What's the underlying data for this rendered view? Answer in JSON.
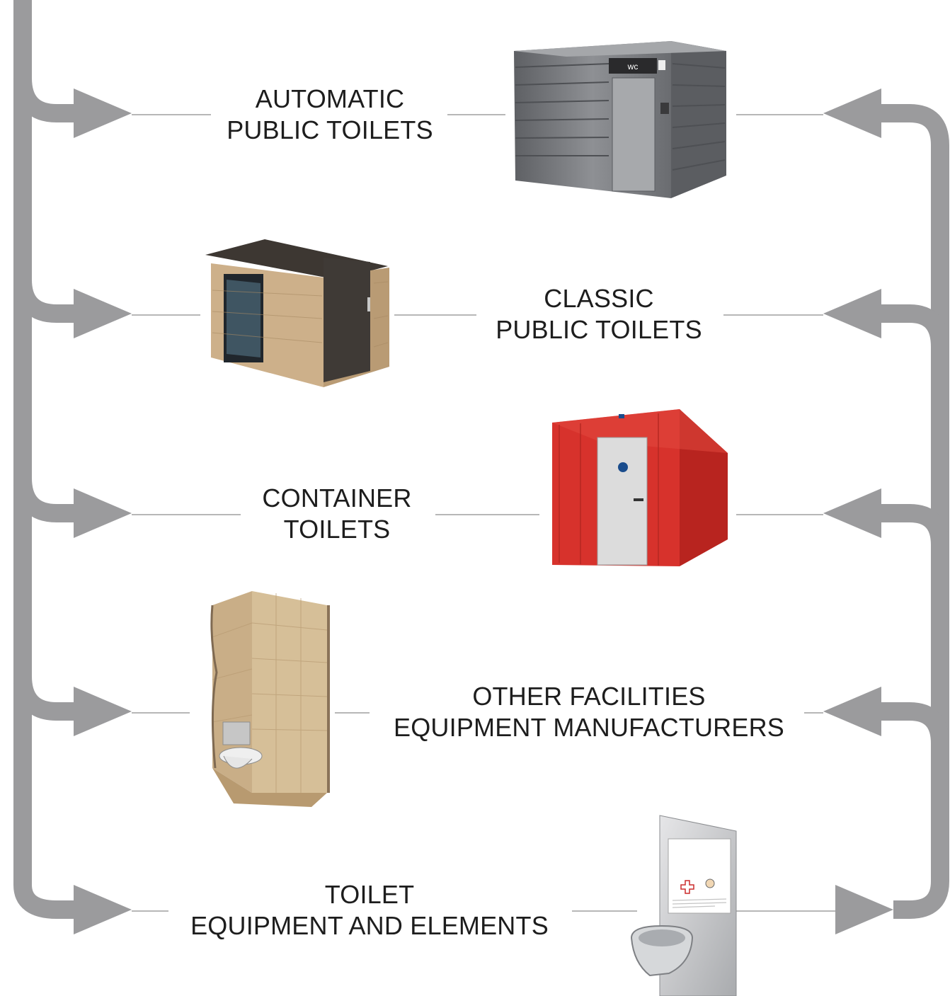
{
  "colors": {
    "flow": "#9b9b9d",
    "connector": "#b7b7b7",
    "text": "#1d1d1d",
    "steel": "#7a7c80",
    "stone": "#c9ad85",
    "container_red": "#d7322c",
    "door_grey": "#dcdcdc",
    "tile": "#cdb58e"
  },
  "rows": [
    {
      "lines": [
        "AUTOMATIC",
        "PUBLIC TOILETS"
      ],
      "image": "automatic-public-toilet-image"
    },
    {
      "lines": [
        "CLASSIC",
        "PUBLIC TOILETS"
      ],
      "image": "classic-public-toilet-image"
    },
    {
      "lines": [
        "CONTAINER",
        "TOILETS"
      ],
      "image": "container-toilet-image"
    },
    {
      "lines": [
        "OTHER FACILITIES",
        "EQUIPMENT MANUFACTURERS"
      ],
      "image": "tiled-wc-cabin-image"
    },
    {
      "lines": [
        "TOILET",
        "EQUIPMENT AND ELEMENTS"
      ],
      "image": "wall-hung-toilet-panel-image"
    }
  ]
}
